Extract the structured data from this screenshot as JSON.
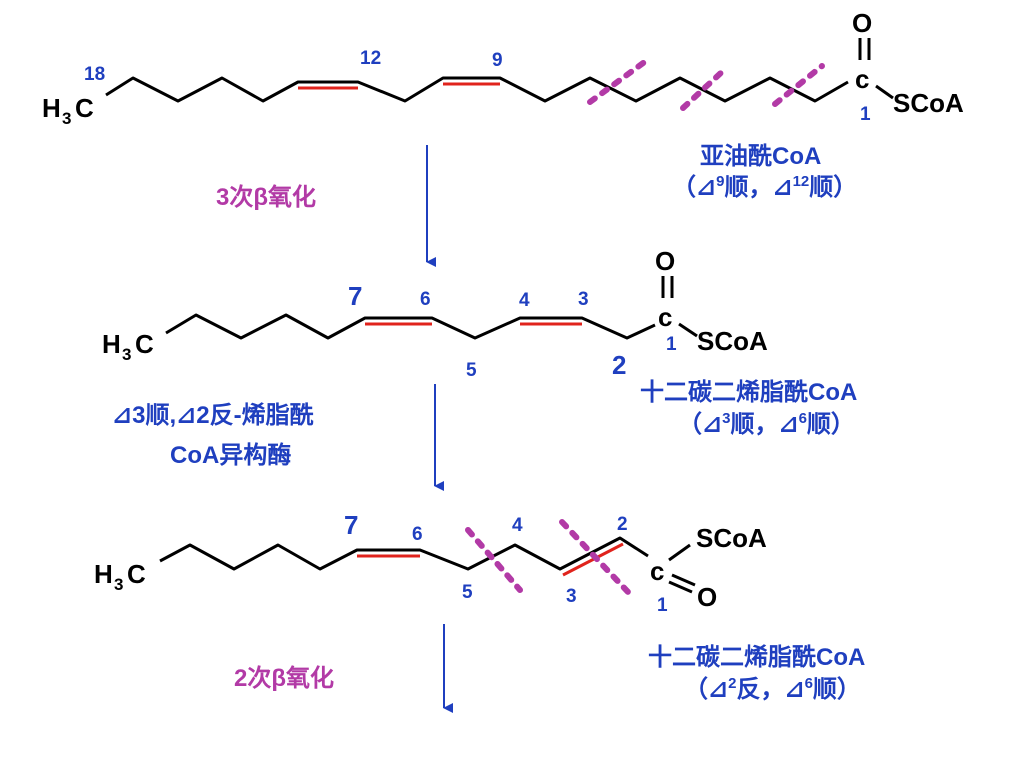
{
  "colors": {
    "label": "#1f3fbf",
    "step": "#b23aa6",
    "double_bond": "#e0231c",
    "bond": "#000000"
  },
  "atoms": {
    "h": "H",
    "h_sub": "3",
    "c": "C",
    "o": "O",
    "scoa": "SCoA",
    "carbonyl_c": "c"
  },
  "step1": {
    "numbers": {
      "n18": "18",
      "n12": "12",
      "n9": "9",
      "n1": "1"
    },
    "name": "亚油酰CoA",
    "desc": {
      "open": "（",
      "d1": "⊿",
      "s1": "9",
      "t1": "顺，",
      "d2": "⊿",
      "s2": "12",
      "t2": "顺）"
    }
  },
  "reaction1": {
    "label": "3次β氧化"
  },
  "step2": {
    "numbers": {
      "n7": "7",
      "n6": "6",
      "n5": "5",
      "n4": "4",
      "n3": "3",
      "n2": "2",
      "n1": "1"
    },
    "name": "十二碳二烯脂酰CoA",
    "desc": {
      "open": "（",
      "d1": "⊿",
      "s1": "3",
      "t1": "顺，",
      "d2": "⊿",
      "s2": "6",
      "t2": "顺）"
    }
  },
  "enzyme": {
    "line1": "⊿3顺,⊿2反-烯脂酰",
    "line2": "CoA异构酶"
  },
  "step3": {
    "numbers": {
      "n7": "7",
      "n6": "6",
      "n5": "5",
      "n4": "4",
      "n3": "3",
      "n2": "2",
      "n1": "1"
    },
    "name": "十二碳二烯脂酰CoA",
    "desc": {
      "open": "（",
      "d1": "⊿",
      "s1": "2",
      "t1": "反，",
      "d2": "⊿",
      "s2": "6",
      "t2": "顺）"
    }
  },
  "reaction2": {
    "label": "2次β氧化"
  }
}
